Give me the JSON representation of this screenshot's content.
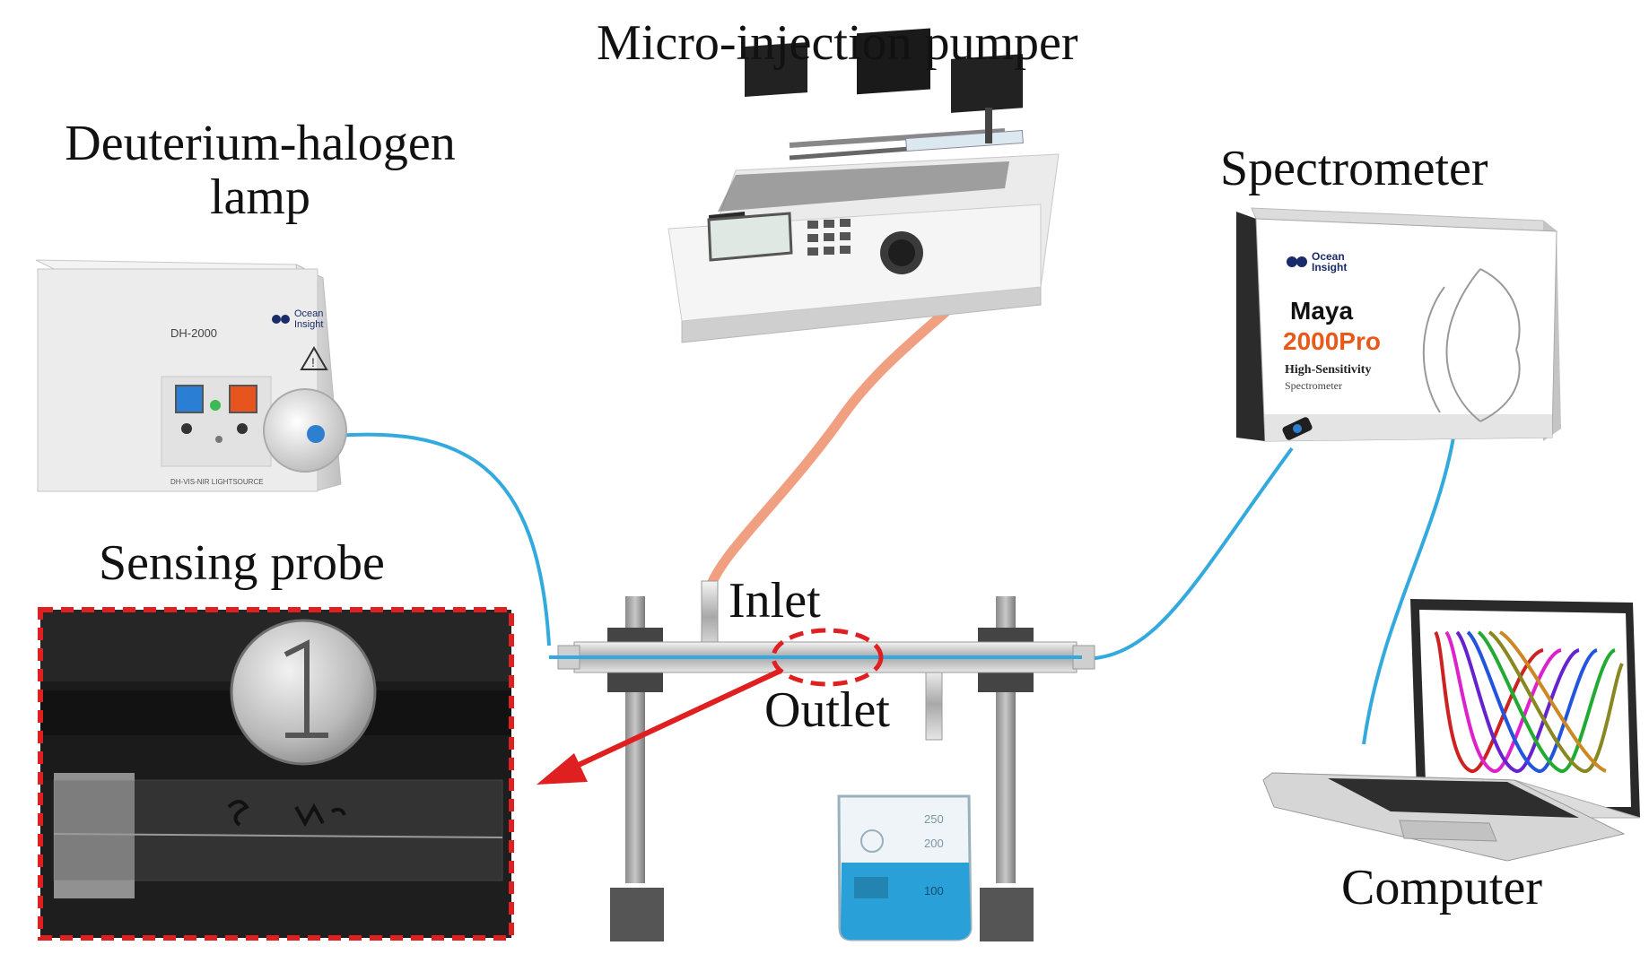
{
  "labels": {
    "pump": "Micro-injection pumper",
    "lamp_line1": "Deuterium-halogen",
    "lamp_line2": "lamp",
    "spectrometer": "Spectrometer",
    "probe": "Sensing probe",
    "inlet": "Inlet",
    "outlet": "Outlet",
    "computer": "Computer"
  },
  "lamp_device": {
    "brand_line1": "Ocean",
    "brand_line2": "Insight",
    "model": "DH-2000",
    "footer": "DH-VIS-NIR LIGHTSOURCE"
  },
  "spectrometer_device": {
    "brand_line1": "Ocean",
    "brand_line2": "Insight",
    "name": "Maya",
    "model_num": "2000",
    "model_suffix": "Pro",
    "line1": "High-Sensitivity",
    "line2": "Spectrometer"
  },
  "beaker": {
    "mark_top": "250",
    "mark_mid": "200",
    "mark_low": "100"
  },
  "colors": {
    "fiber": "#33aadd",
    "tube": "#f0a080",
    "highlight_red": "#e02020",
    "liquid": "#2aa0d8",
    "accent_orange": "#e85a1a"
  }
}
